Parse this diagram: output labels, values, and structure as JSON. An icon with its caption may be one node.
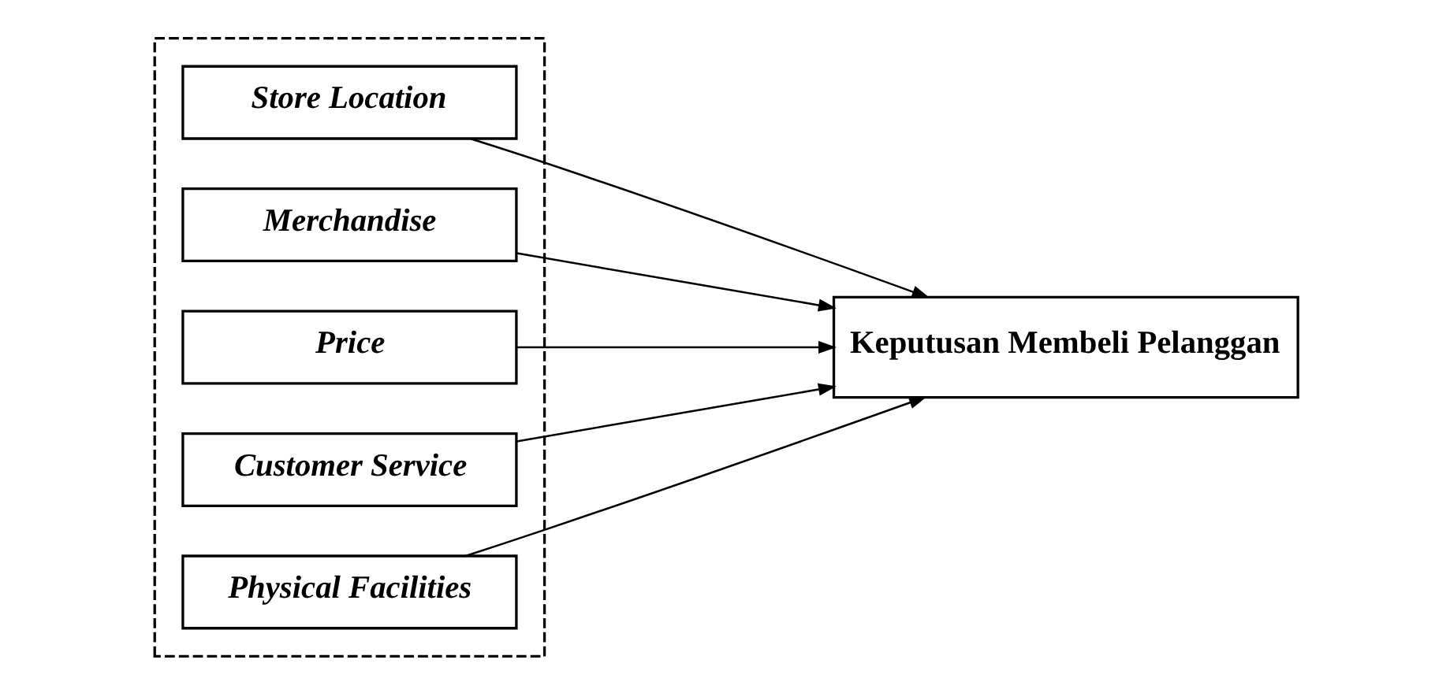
{
  "diagram": {
    "nodes": [
      {
        "text": [],
        "shape": "box"
      },
      {
        "text": [
          "Store Location"
        ],
        "in": 0
      },
      {
        "text": [
          "Merchandise"
        ],
        "in": 0
      },
      {
        "text": [
          "Price"
        ],
        "in": 0
      },
      {
        "text": [
          "Customer Service"
        ],
        "in": 0
      },
      {
        "text": [
          "Physical Facilities"
        ],
        "in": 0
      },
      {
        "text": [
          "Keputusan Membeli Pelanggan"
        ]
      }
    ],
    "edges": [
      {
        "from": 1,
        "to": 6,
        "arrow": "to"
      },
      {
        "from": 2,
        "to": 6,
        "arrow": "to"
      },
      {
        "from": 3,
        "to": 6,
        "arrow": "to"
      },
      {
        "from": 4,
        "to": 6,
        "arrow": "to"
      },
      {
        "from": 5,
        "to": 6,
        "arrow": "to"
      }
    ]
  }
}
